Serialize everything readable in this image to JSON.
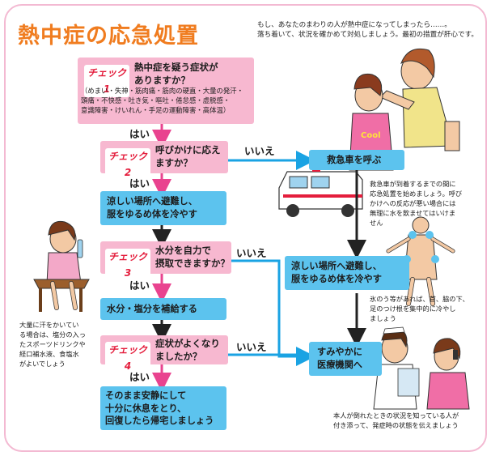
{
  "title": "熱中症の応急処置",
  "intro": [
    "もし、あなたのまわりの人が熱中症になってしまったら……。",
    "落ち着いて、状況を確かめて対処しましょう。最初の措置が肝心です。"
  ],
  "check1": {
    "label": "チェック1",
    "question": [
      "熱中症を疑う症状が",
      "ありますか？"
    ],
    "symptoms": [
      "（めまい・失神・筋肉痛・筋肉の硬直・大量の発汗・",
      "頭痛・不快感・吐き気・嘔吐・倦怠感・虚脱感・",
      "意識障害・けいれん・手足の運動障害・高体温）"
    ]
  },
  "yes": "はい",
  "no": "いいえ",
  "check2": {
    "label": "チェック2",
    "question": [
      "呼びかけに応え",
      "ますか？"
    ]
  },
  "step_cool": [
    "涼しい場所へ避難し、",
    "服をゆるめ体を冷やす"
  ],
  "check3": {
    "label": "チェック3",
    "question": [
      "水分を自力で",
      "摂取できますか？"
    ]
  },
  "step_hydrate": "水分・塩分を補給する",
  "check4": {
    "label": "チェック4",
    "question": [
      "症状がよくなり",
      "ましたか？"
    ]
  },
  "step_rest": [
    "そのまま安静にして",
    "十分に休息をとり、",
    "回復したら帰宅しましょう"
  ],
  "right": {
    "ambulance": "救急車を呼ぶ",
    "ambulance_note": [
      "救急車が到着するまでの間に",
      "応急処置を始めましょう。呼び",
      "かけへの反応が悪い場合には",
      "無理に水を飲ませてはいけま",
      "せん"
    ],
    "cool": [
      "涼しい場所へ避難し、",
      "服をゆるめ体を冷やす"
    ],
    "cool_note": [
      "氷のう等があれば、首、脇の下、",
      "足のつけ根を集中的に冷やし",
      "ましょう"
    ],
    "hospital": [
      "すみやかに",
      "医療機関へ"
    ],
    "hospital_note": [
      "本人が倒れたときの状況を知っている人が",
      "付き添って、発症時の状態を伝えましょう"
    ]
  },
  "left_note": [
    "大量に汗をかいてい",
    "る場合は、塩分の入っ",
    "たスポーツドリンクや",
    "経口補水液、食塩水",
    "がよいでしょう"
  ],
  "colors": {
    "pink": "#f7b8d0",
    "blue": "#5cc3ee",
    "arrow_pink": "#e9438f",
    "arrow_blue": "#1aa3e3",
    "title": "#f07c1f"
  }
}
